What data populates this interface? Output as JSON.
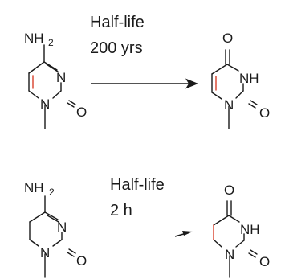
{
  "colors": {
    "bond": "#1a1a1a",
    "highlight_bond": "#d9402b",
    "text": "#1a1a1a",
    "background": "#ffffff"
  },
  "reactions": [
    {
      "caption_line1": "Half-life",
      "caption_line2": "200 yrs",
      "reactant": {
        "amine_group": "NH",
        "amine_subscript": "2",
        "ring_n": "N",
        "ring_n_methyl": "N",
        "carbonyl_o": "O"
      },
      "product": {
        "carbonyl_o_top": "O",
        "imide_nh": "NH",
        "ring_n_methyl": "N",
        "carbonyl_o_right": "O"
      }
    },
    {
      "caption_line1": "Half-life",
      "caption_line2": "2 h",
      "reactant": {
        "amine_group": "NH",
        "amine_subscript": "2",
        "ring_n": "N",
        "ring_n_methyl": "N",
        "carbonyl_o": "O"
      },
      "product": {
        "carbonyl_o_top": "O",
        "imide_nh": "NH",
        "ring_n_methyl": "N",
        "carbonyl_o_right": "O"
      }
    }
  ]
}
